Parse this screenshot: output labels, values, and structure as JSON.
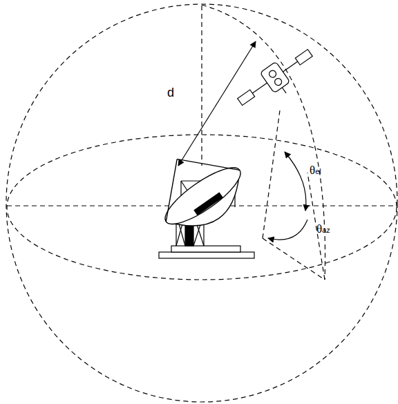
{
  "diagram": {
    "labels": [
      "d",
      "θel",
      "θaz"
    ]
  }
}
